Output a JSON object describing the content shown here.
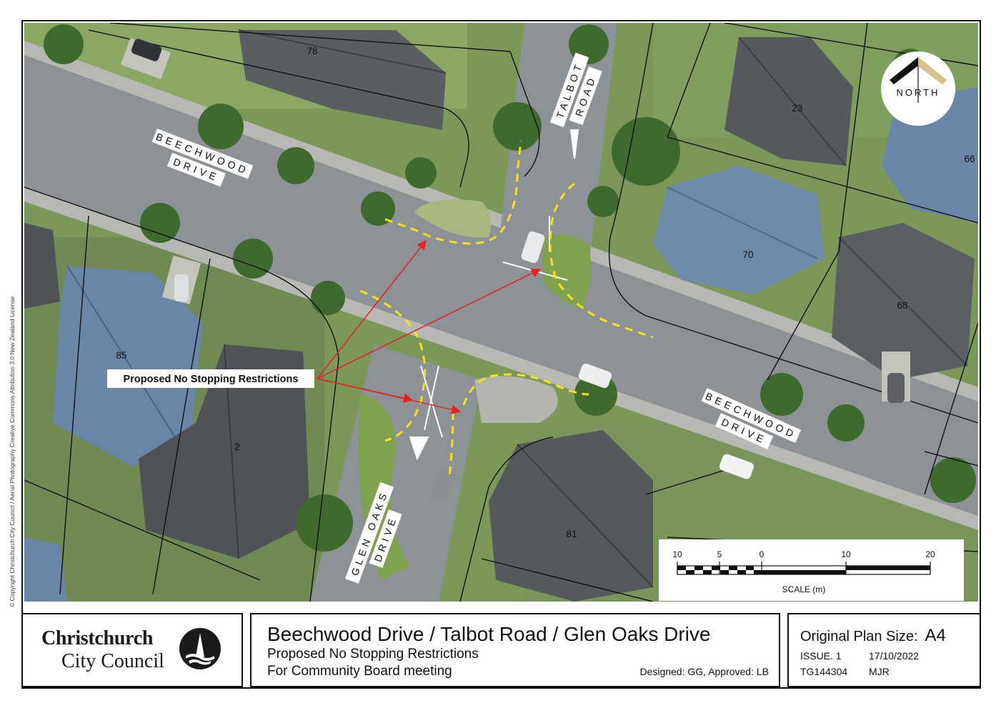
{
  "map": {
    "road_labels": {
      "beechwood_west": [
        "BEECHWOOD",
        "DRIVE"
      ],
      "beechwood_east": [
        "BEECHWOOD",
        "DRIVE"
      ],
      "talbot": [
        "TALBOT",
        "ROAD"
      ],
      "glen_oaks": [
        "GLEN OAKS",
        "DRIVE"
      ]
    },
    "property_numbers": {
      "p78": "78",
      "p23": "23",
      "p66": "66",
      "p70": "70",
      "p68": "68",
      "p85": "85",
      "p2": "2",
      "p81": "81"
    },
    "callout": "Proposed No Stopping Restrictions",
    "north_label": "NORTH",
    "scale": {
      "ticks": [
        "10",
        "5",
        "0",
        "10",
        "20"
      ],
      "label": "SCALE (m)"
    },
    "copyright": "© Copyright Christchurch City Council / Aerial Photography Creative Commons Attribution 3.0 New Zealand License",
    "colors": {
      "restriction_line": "#f7e11a",
      "arrow": "#e52421",
      "road": "#8f9498",
      "grass": "#86a85c",
      "roof_blue": "#5d7a98",
      "roof_grey": "#4e5257"
    }
  },
  "logo": {
    "line1": "Christchurch",
    "line2": "City Council",
    "icon": "cathedral-emblem-icon"
  },
  "title_block": {
    "title": "Beechwood Drive / Talbot Road / Glen Oaks Drive",
    "subtitle1": "Proposed No Stopping Restrictions",
    "subtitle2": "For Community Board meeting",
    "designed": "Designed: GG, Approved: LB"
  },
  "info_block": {
    "plan_size_label": "Original Plan Size:",
    "plan_size_value": "A4",
    "issue": "ISSUE. 1",
    "date": "17/10/2022",
    "drawing_no": "TG144304",
    "author": "MJR"
  }
}
